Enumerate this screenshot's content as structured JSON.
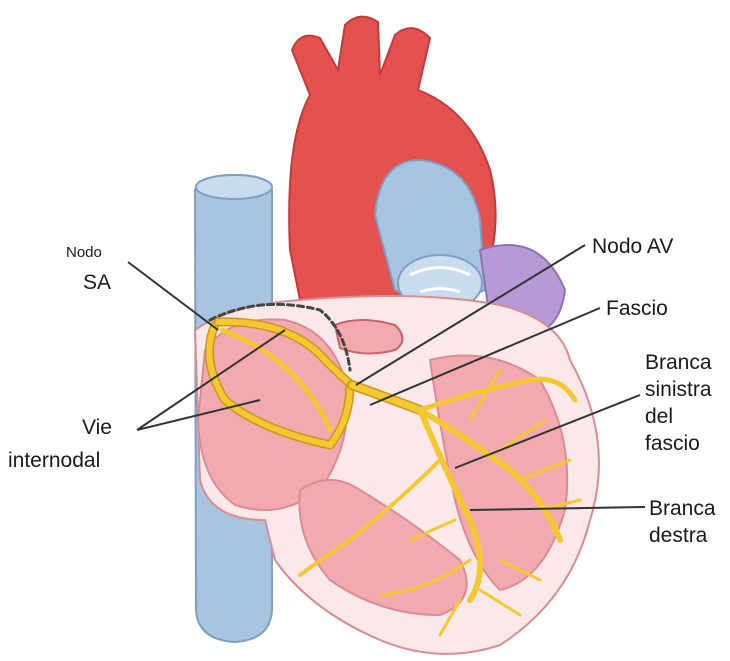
{
  "labels": {
    "sa_node_line1": "Nodo",
    "sa_node_line2": "SA",
    "av_node": "Nodo AV",
    "bundle": "Fascio",
    "left_bundle_line1": "Branca",
    "left_bundle_line2": "sinistra",
    "left_bundle_line3": "del",
    "left_bundle_line4": "fascio",
    "internodal_line1": "Vie",
    "internodal_line2": "internodal",
    "right_bundle_line1": "Branca",
    "right_bundle_line2": "destra"
  },
  "colors": {
    "aorta": "#e4524f",
    "aorta_outline": "#c23a39",
    "vena_cava": "#a9c4e0",
    "vena_cava_outline": "#7f9fc2",
    "pulmonary_vein": "#b59ad6",
    "heart_wall": "#fbe9ea",
    "chamber": "#f2aab0",
    "conduction": "#f5c832",
    "conduction_outline": "#c9981a",
    "leader_line": "#333333"
  }
}
